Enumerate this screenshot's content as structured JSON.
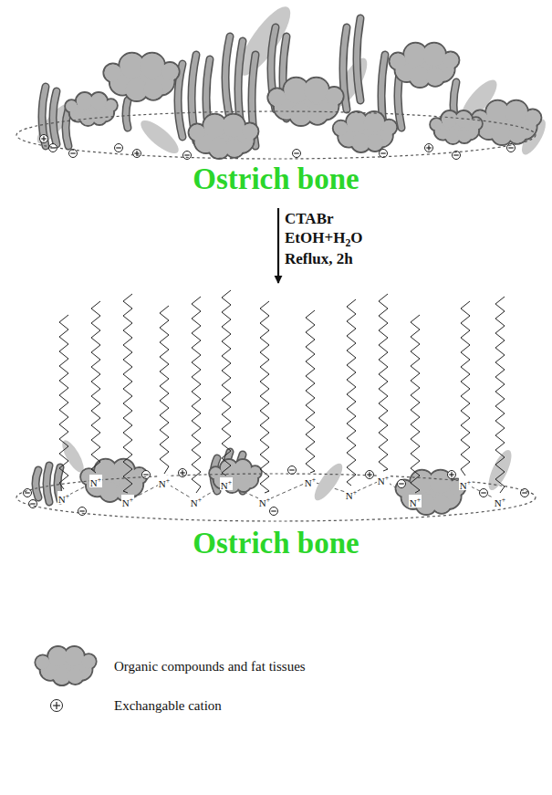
{
  "diagram": {
    "nodes": [
      {
        "text": [
          "Ostrich bone"
        ]
      },
      {
        "text": [
          "Ostrich bone"
        ]
      }
    ],
    "edges": [
      {
        "from": 0,
        "to": 1,
        "arrow": "to",
        "label": "CTABr"
      }
    ],
    "labels": [
      "EtOH+H2O",
      "Reflux, 2h",
      "N+",
      "N+",
      "N+",
      "N+",
      "N+",
      "N+",
      "N+",
      "N+",
      "N+",
      "N+",
      "N+",
      "N+",
      "N+"
    ],
    "legend": [
      {
        "text": "Organic compounds and fat tissues"
      },
      {
        "text": "Exchangable cation"
      }
    ]
  }
}
